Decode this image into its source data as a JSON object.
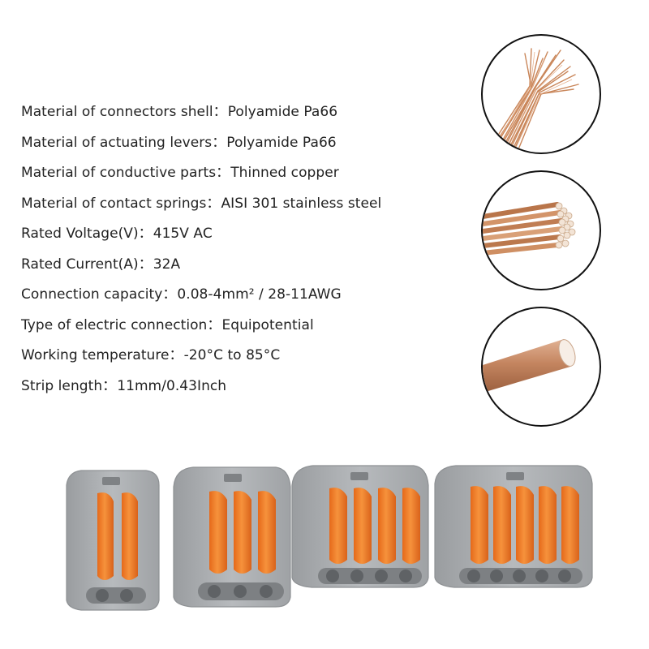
{
  "specs": [
    {
      "label": "Material of connectors shell",
      "value": "Polyamide Pa66"
    },
    {
      "label": "Material of actuating levers",
      "value": "Polyamide Pa66"
    },
    {
      "label": "Material of conductive parts",
      "value": "Thinned copper"
    },
    {
      "label": "Material of contact springs",
      "value": "AISI 301 stainless steel"
    },
    {
      "label": "Rated Voltage(V)",
      "value": "415V AC"
    },
    {
      "label": "Rated Current(A)",
      "value": "32A"
    },
    {
      "label": "Connection capacity",
      "value": "0.08-4mm² / 28-11AWG"
    },
    {
      "label": "Type of electric connection",
      "value": "Equipotential"
    },
    {
      "label": "Working temperature",
      "value": "-20°C to 85°C"
    },
    {
      "label": "Strip length",
      "value": "11mm/0.43Inch"
    }
  ],
  "separator": "：",
  "wire_illustrations": [
    "frayed-copper-strands-icon",
    "bundled-copper-strands-icon",
    "solid-copper-wire-icon"
  ],
  "connectors": [
    {
      "name": "2-lever connector",
      "lever_count": 2
    },
    {
      "name": "3-lever connector",
      "lever_count": 3
    },
    {
      "name": "4-lever connector",
      "lever_count": 4
    },
    {
      "name": "5-lever connector",
      "lever_count": 5
    }
  ],
  "colors": {
    "housing": "#a9acaf",
    "housing_dark": "#8e9194",
    "lever": "#f07a22",
    "lever_dark": "#d8631a",
    "copper": "#c9865a",
    "wire_outline": "#111111"
  }
}
